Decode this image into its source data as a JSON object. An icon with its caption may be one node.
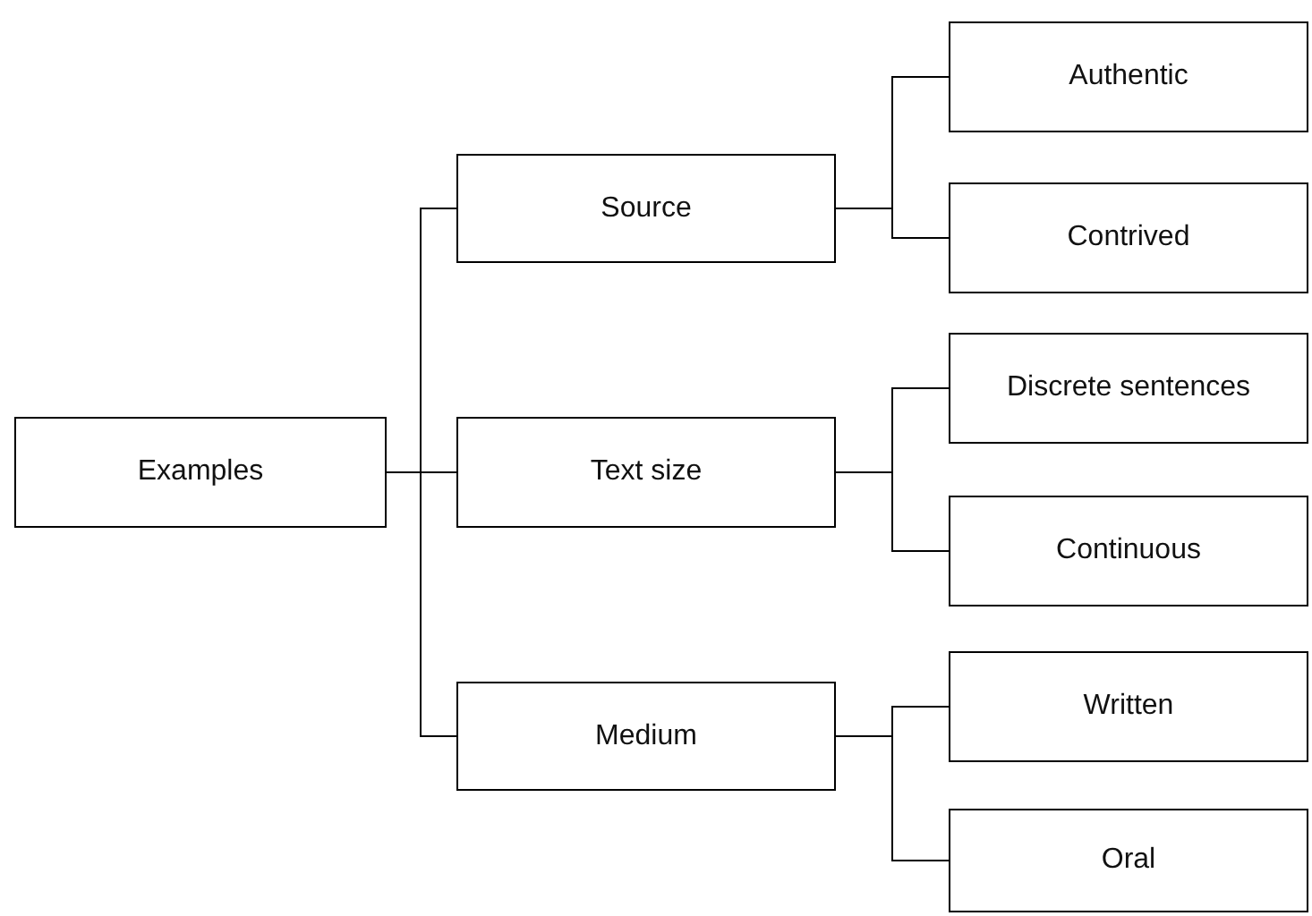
{
  "diagram": {
    "nodes": [
      {
        "text": [
          "Examples"
        ]
      },
      {
        "text": [
          "Source"
        ]
      },
      {
        "text": [
          "Text size"
        ]
      },
      {
        "text": [
          "Medium"
        ]
      },
      {
        "text": [
          "Authentic"
        ]
      },
      {
        "text": [
          "Contrived"
        ]
      },
      {
        "text": [
          "Discrete sentences"
        ]
      },
      {
        "text": [
          "Continuous"
        ]
      },
      {
        "text": [
          "Written"
        ]
      },
      {
        "text": [
          "Oral"
        ]
      }
    ],
    "edges": [
      {
        "from": 0,
        "to": 1,
        "arrow": "none"
      },
      {
        "from": 0,
        "to": 2,
        "arrow": "none"
      },
      {
        "from": 0,
        "to": 3,
        "arrow": "none"
      },
      {
        "from": 1,
        "to": 4,
        "arrow": "none"
      },
      {
        "from": 1,
        "to": 5,
        "arrow": "none"
      },
      {
        "from": 2,
        "to": 6,
        "arrow": "none"
      },
      {
        "from": 2,
        "to": 7,
        "arrow": "none"
      },
      {
        "from": 3,
        "to": 8,
        "arrow": "none"
      },
      {
        "from": 3,
        "to": 9,
        "arrow": "none"
      }
    ]
  }
}
